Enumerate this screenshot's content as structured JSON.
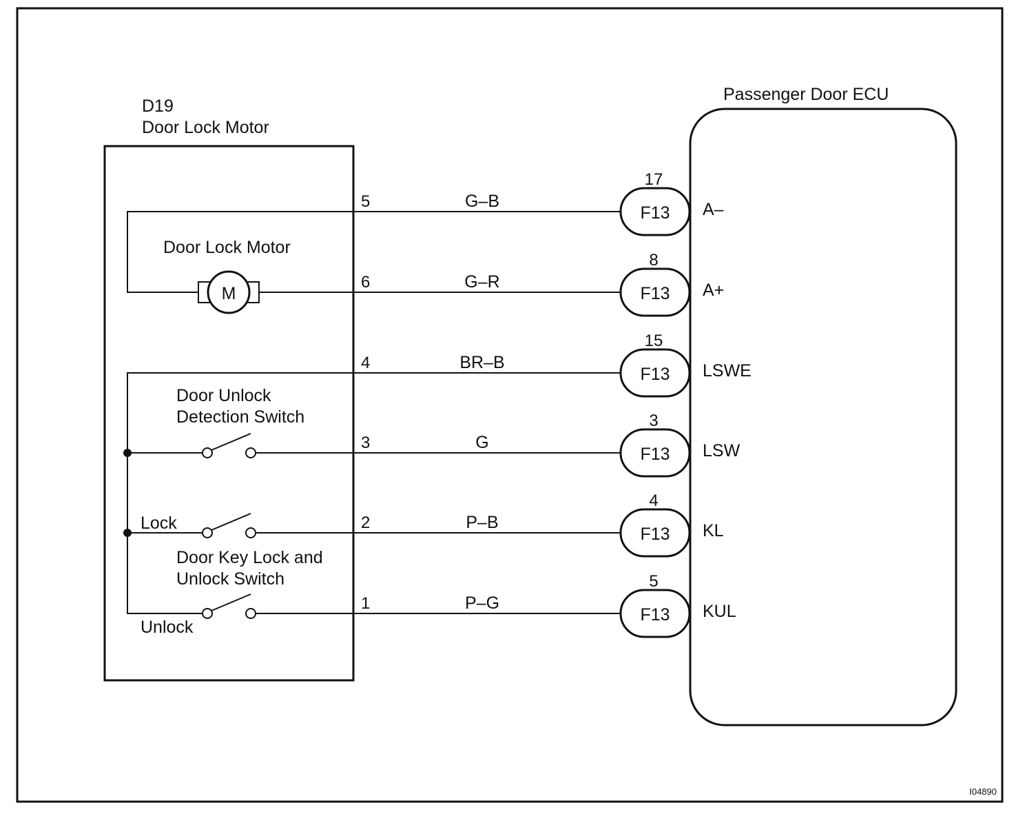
{
  "figure_id": "I04890",
  "motor_unit": {
    "code": "D19",
    "name": "Door Lock Motor",
    "motor_label": "Door Lock Motor",
    "motor_symbol": "M",
    "unlock_detection_switch": [
      "Door Unlock",
      "Detection Switch"
    ],
    "key_switch": [
      "Door Key Lock and",
      "Unlock Switch"
    ],
    "lock_label": "Lock",
    "unlock_label": "Unlock"
  },
  "ecu": {
    "title": "Passenger Door ECU"
  },
  "wires": [
    {
      "pin": "5",
      "color": "G–B",
      "connector": "F13",
      "ecu_pin": "17",
      "terminal": "A–"
    },
    {
      "pin": "6",
      "color": "G–R",
      "connector": "F13",
      "ecu_pin": "8",
      "terminal": "A+"
    },
    {
      "pin": "4",
      "color": "BR–B",
      "connector": "F13",
      "ecu_pin": "15",
      "terminal": "LSWE"
    },
    {
      "pin": "3",
      "color": "G",
      "connector": "F13",
      "ecu_pin": "3",
      "terminal": "LSW"
    },
    {
      "pin": "2",
      "color": "P–B",
      "connector": "F13",
      "ecu_pin": "4",
      "terminal": "KL"
    },
    {
      "pin": "1",
      "color": "P–G",
      "connector": "F13",
      "ecu_pin": "5",
      "terminal": "KUL"
    }
  ]
}
